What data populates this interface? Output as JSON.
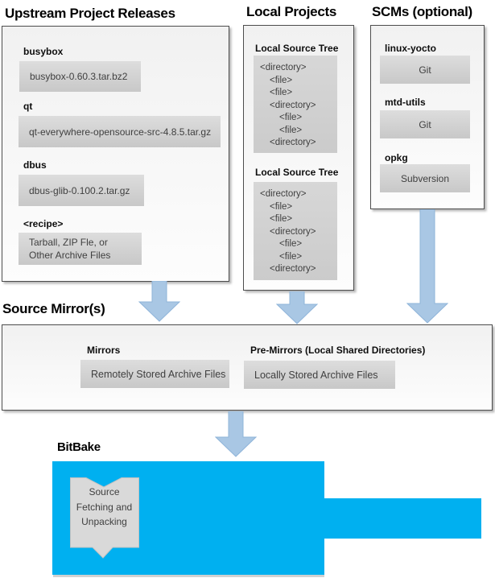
{
  "upstream": {
    "title": "Upstream Project Releases",
    "items": [
      {
        "label": "busybox",
        "value": "busybox-0.60.3.tar.bz2"
      },
      {
        "label": "qt",
        "value": "qt-everywhere-opensource-src-4.8.5.tar.gz"
      },
      {
        "label": "dbus",
        "value": "dbus-glib-0.100.2.tar.gz"
      },
      {
        "label": "<recipe>",
        "value": "Tarball, ZIP Fle, or\nOther Archive Files"
      }
    ]
  },
  "local": {
    "title": "Local Projects",
    "sections": [
      {
        "label": "Local Source Tree",
        "tree": [
          "<directory>",
          "<file>",
          "<file>",
          "<directory>",
          "<file>",
          "<file>",
          "<directory>"
        ]
      },
      {
        "label": "Local Source Tree",
        "tree": [
          "<directory>",
          "<file>",
          "<file>",
          "<directory>",
          "<file>",
          "<file>",
          "<directory>"
        ]
      }
    ]
  },
  "scms": {
    "title": "SCMs (optional)",
    "items": [
      {
        "label": "linux-yocto",
        "value": "Git"
      },
      {
        "label": "mtd-utils",
        "value": "Git"
      },
      {
        "label": "opkg",
        "value": "Subversion"
      }
    ]
  },
  "mirrors": {
    "title": "Source Mirror(s)",
    "items": [
      {
        "label": "Mirrors",
        "value": "Remotely Stored Archive Files"
      },
      {
        "label": "Pre-Mirrors (Local Shared Directories)",
        "value": "Locally Stored Archive Files"
      }
    ]
  },
  "bitbake": {
    "title": "BitBake",
    "process": "Source\nFetching and\nUnpacking"
  },
  "colors": {
    "accent_cyan": "#00b0f0",
    "arrow_blue": "#a9c7e4",
    "arrow_edge": "#8fb4d9",
    "panel_border": "#4d4d4d",
    "item_box_gray": "#d2d2d2",
    "ribbon_gray": "#d9d9d9",
    "text_dark_gray": "#3f3f3f"
  }
}
